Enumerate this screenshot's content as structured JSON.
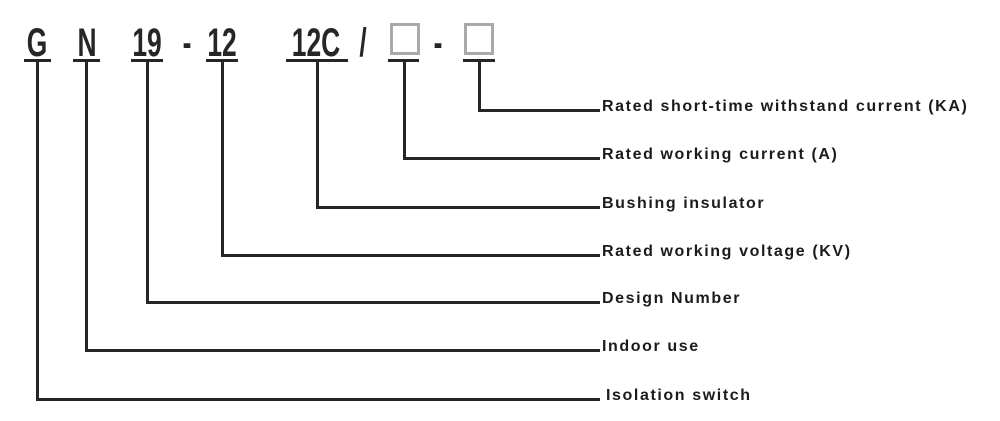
{
  "model_code": {
    "parts": [
      {
        "text": "G",
        "meaning": "Isolation switch"
      },
      {
        "text": "N",
        "meaning": "Indoor use"
      },
      {
        "text": "19",
        "meaning": "Design Number"
      },
      {
        "text": "12",
        "meaning": "Rated working voltage (KV)"
      },
      {
        "text": "12C",
        "meaning": "Bushing insulator"
      },
      {
        "text": "",
        "meaning": "Rated working current (A)"
      },
      {
        "text": "",
        "meaning": "Rated short-time withstand current (KA)"
      }
    ],
    "separator_dash_1": "-",
    "separator_slash": "/",
    "separator_dash_2": "-"
  },
  "colors": {
    "line": "#262626",
    "code_text": "#262626",
    "label_text": "#1b1b1b",
    "placeholder_box_border": "#a9a9a9",
    "background": "#ffffff"
  }
}
